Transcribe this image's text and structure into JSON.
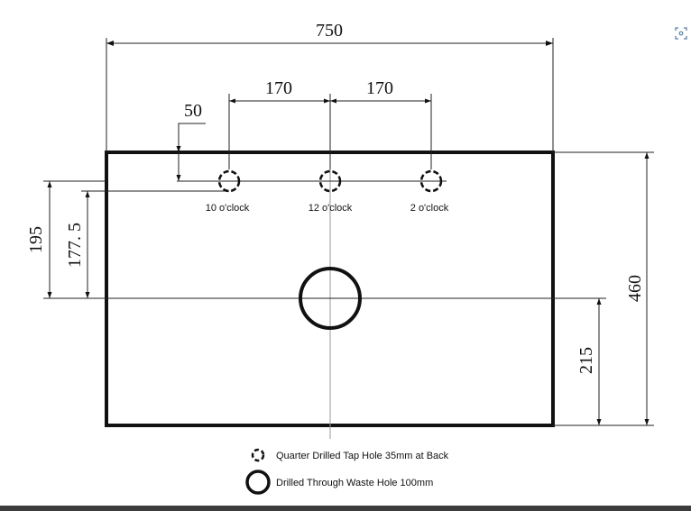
{
  "dimensions": {
    "overall_width": "750",
    "tap_spacing_left": "170",
    "tap_spacing_right": "170",
    "tap_offset_from_back": "50",
    "height_left_outer": "195",
    "height_left_inner": "177. 5",
    "overall_depth": "460",
    "waste_height": "215"
  },
  "tap_positions": {
    "left": "10 o'clock",
    "center": "12 o'clock",
    "right": "2 o'clock"
  },
  "legend": {
    "quarter_tap_hole": "Quarter Drilled Tap Hole 35mm at Back",
    "waste_hole": "Drilled Through Waste Hole 100mm"
  },
  "icons": {
    "corner": "screenshot-icon"
  },
  "colors": {
    "line": "#111111",
    "guide": "#999999",
    "bottom_bar": "#3c3c3c"
  }
}
